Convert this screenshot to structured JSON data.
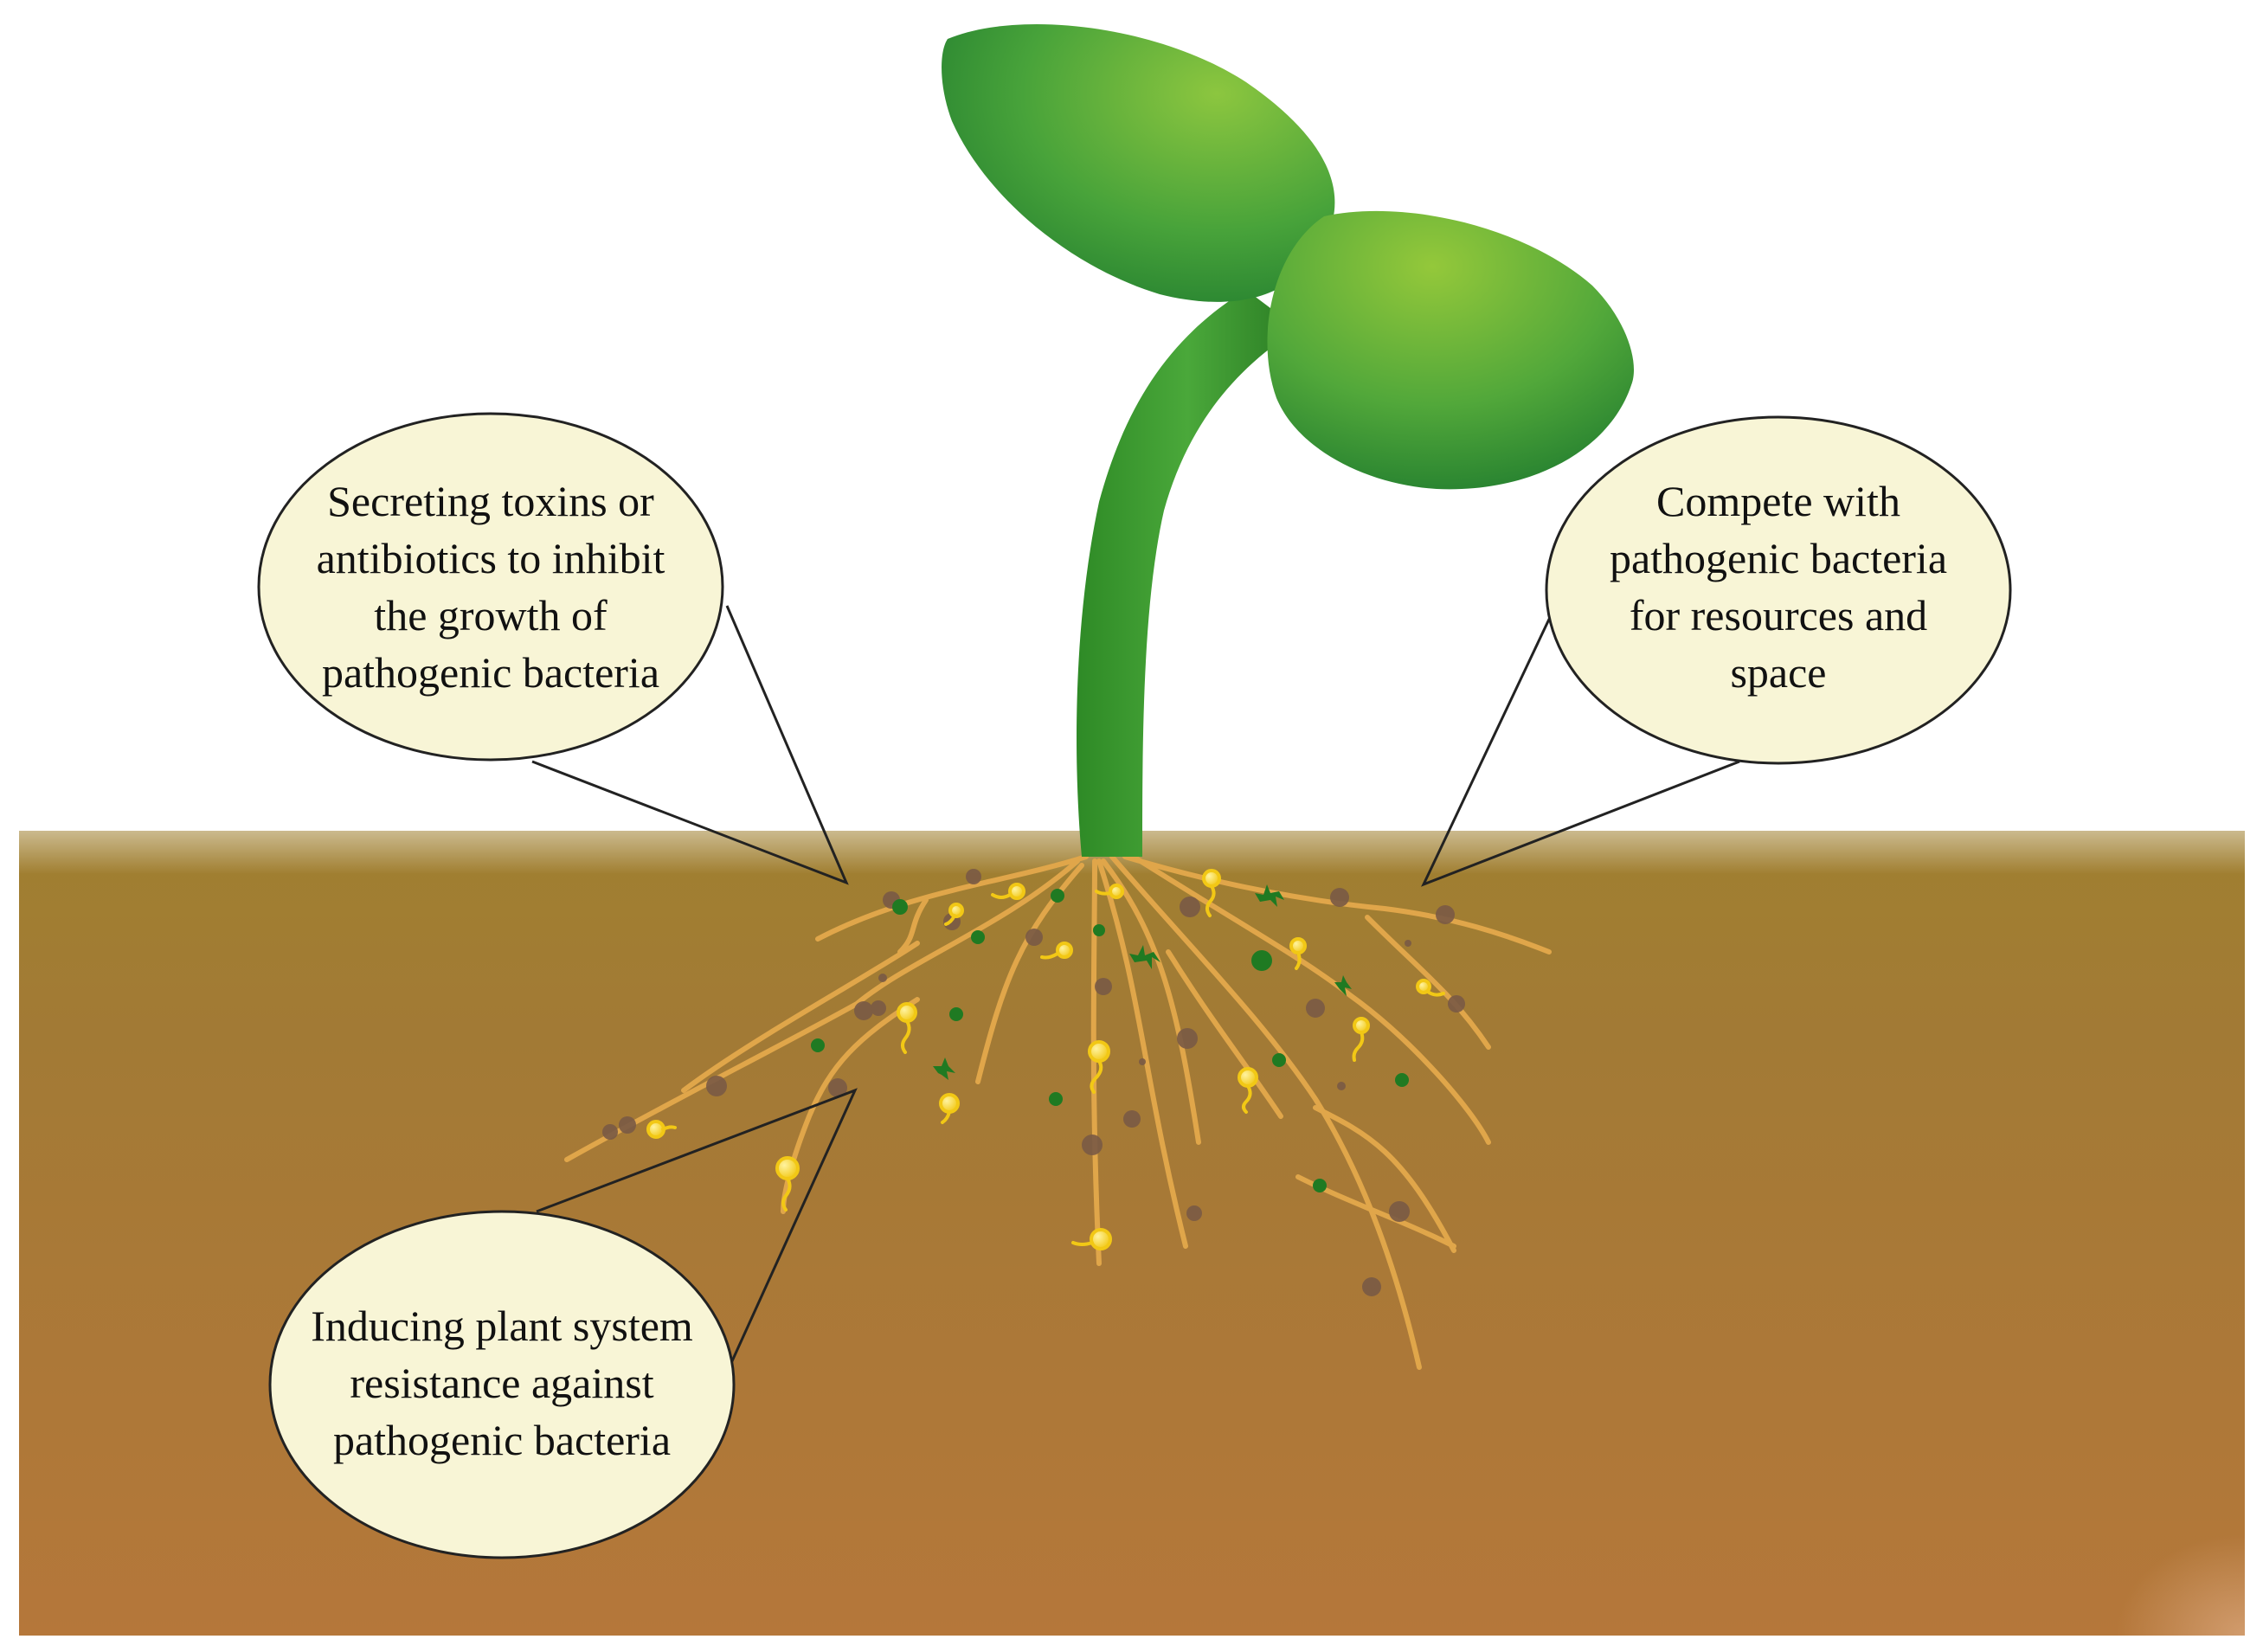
{
  "callouts": {
    "toxins": "Secreting toxins or\nantibiotics to inhibit\nthe growth of\npathogenic bacteria",
    "compete": "Compete with\npathogenic bacteria\nfor resources and\nspace",
    "resistance": "Inducing plant system\nresistance against\npathogenic bacteria"
  },
  "colors": {
    "soil_top": "#9d7a2c",
    "soil_bottom": "#b5773a",
    "stem": "#3c9a2c",
    "leaf_light": "#8cc63f",
    "leaf_dark": "#1e7a2e",
    "root": "#e0a64a",
    "bubble_fill": "#f8f5d6",
    "bacteria_yellow": "#f5d21c",
    "particle_brown": "#7a5a45",
    "particle_green": "#1f7a22"
  }
}
